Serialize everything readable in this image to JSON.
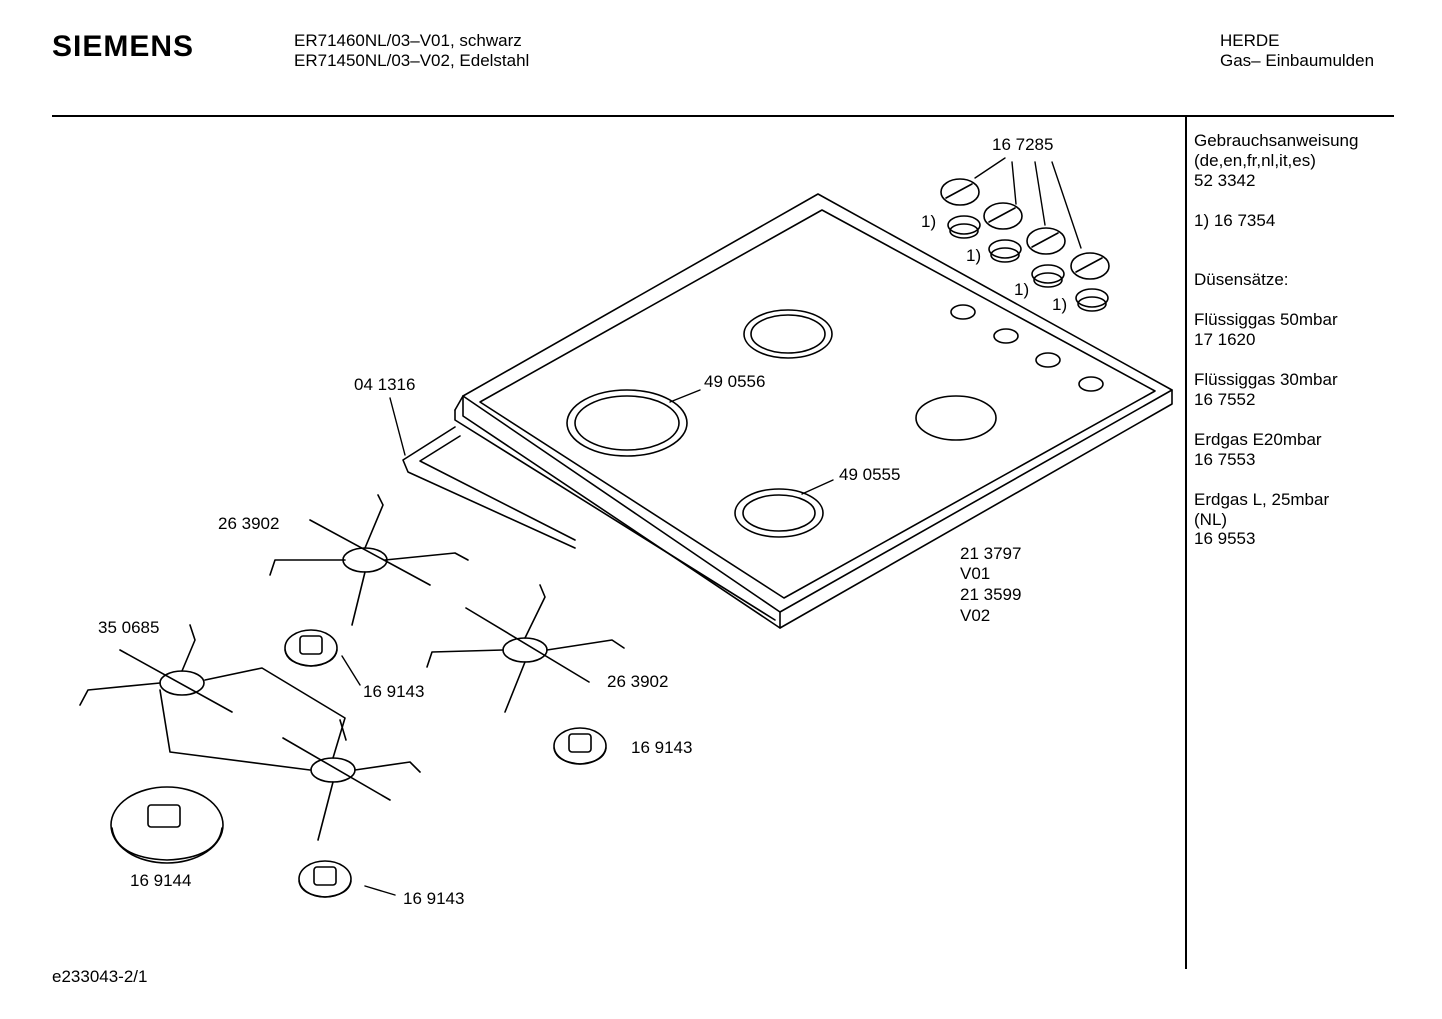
{
  "header": {
    "brand": "SIEMENS",
    "model_1": "ER71460NL/03–V01, schwarz",
    "model_2": "ER71450NL/03–V02, Edelstahl",
    "category": "HERDE",
    "subcategory": "Gas– Einbaumulden"
  },
  "parts": {
    "knobs": "16 7285",
    "note_1": "1)",
    "frame": "04 1316",
    "burner_ring_large": "49 0556",
    "burner_ring_small": "49 0555",
    "hob_v01_number": "21 3797",
    "hob_v01_label": "V01",
    "hob_v02_number": "21 3599",
    "hob_v02_label": "V02",
    "grate_left": "26 3902",
    "grate_right": "26 3902",
    "grate_double": "35 0685",
    "burner_cap_a": "16 9143",
    "burner_cap_b": "16 9143",
    "burner_cap_c": "16 9143",
    "burner_cap_large": "16 9144"
  },
  "sidebar": {
    "manual_title": "Gebrauchsanweisung",
    "manual_langs": "(de,en,fr,nl,it,es)",
    "manual_number": "52 3342",
    "note_1": "1)  16 7354",
    "nozzle_title": "Düsensätze:",
    "nozzle_1_name": "Flüssiggas 50mbar",
    "nozzle_1_number": "17 1620",
    "nozzle_2_name": "Flüssiggas 30mbar",
    "nozzle_2_number": "16 7552",
    "nozzle_3_name": "Erdgas E20mbar",
    "nozzle_3_number": "16 7553",
    "nozzle_4_name": "Erdgas L, 25mbar",
    "nozzle_4_region": "(NL)",
    "nozzle_4_number": "16 9553"
  },
  "footer": {
    "doc_id": "e233043-2/1"
  }
}
